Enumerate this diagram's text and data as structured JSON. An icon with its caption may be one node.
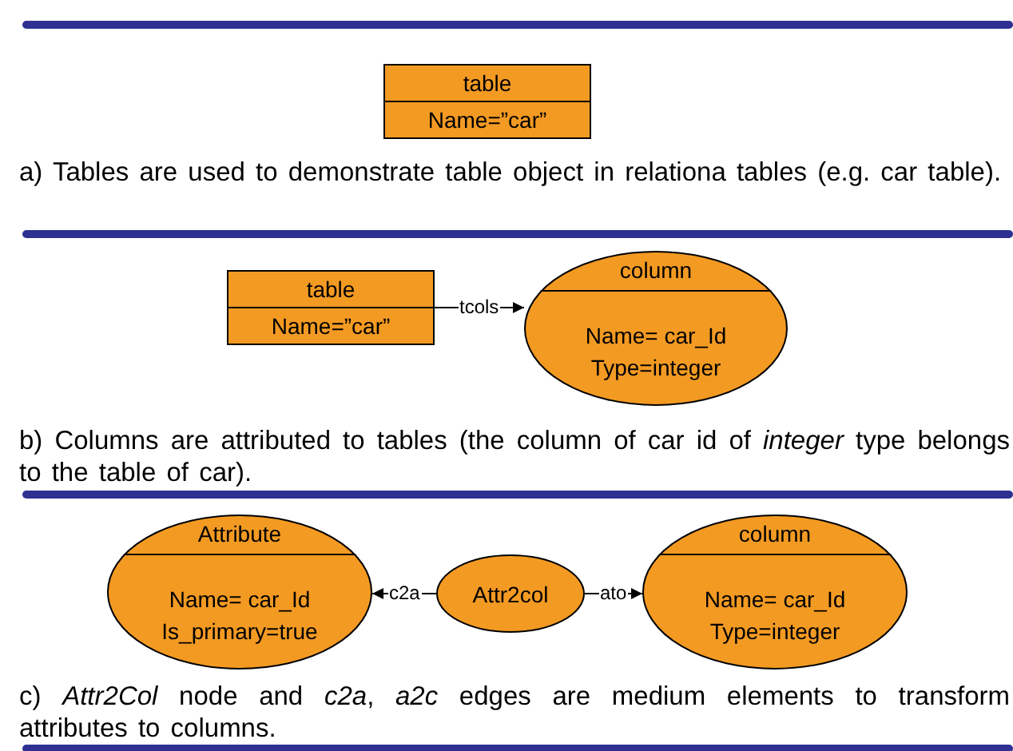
{
  "diagram": {
    "nodes": [
      {
        "text": [
          "table",
          "Name=”car”"
        ]
      },
      {
        "text": [
          "table",
          "Name=”car”"
        ]
      },
      {
        "text": [
          "column",
          "Name= car_Id Type=integer"
        ]
      },
      {
        "text": [
          "Attribute",
          "Name= car_Id Is_primary=true"
        ]
      },
      {
        "text": [
          "Attr2col"
        ]
      },
      {
        "text": [
          "column",
          "Name= car_Id Type=integer"
        ]
      }
    ],
    "edges": [
      {
        "from": 1,
        "to": 2,
        "arrow": "to",
        "label": "tcols"
      },
      {
        "from": 4,
        "to": 3,
        "arrow": "to",
        "label": "c2a"
      },
      {
        "from": 4,
        "to": 5,
        "arrow": "to",
        "label": "ato"
      }
    ],
    "labels": [
      "a) Tables are used to demonstrate table object in relationa tables (e.g. car table).",
      "b) Columns are attributed to tables (the column of car id of *integer* type belongs to the table of car).",
      "c) *Attr2Col* node and *c2a*, *a2c* edges are medium elements to transform attributes to columns."
    ]
  }
}
